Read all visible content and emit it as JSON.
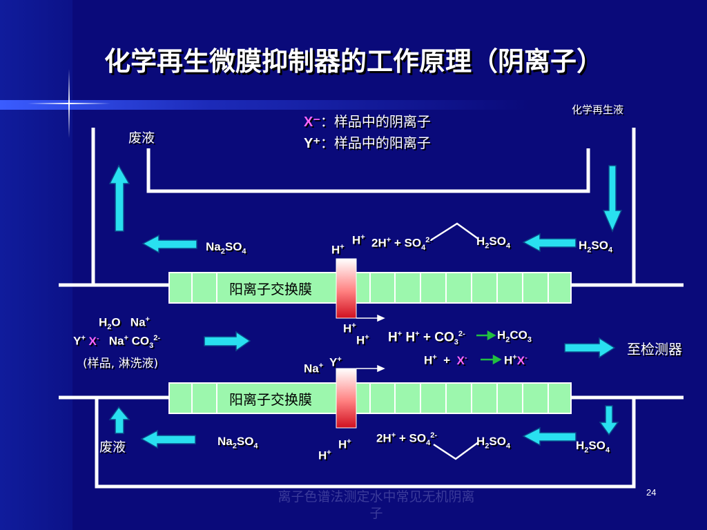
{
  "slide": {
    "title": "化学再生微膜抑制器的工作原理（阴离子）",
    "page_number": "24",
    "footer": "离子色谱法测定水中常见无机阴离子"
  },
  "legend": {
    "x_symbol": "X⁻",
    "x_desc": "：样品中的阴离子",
    "y_symbol": "Y⁺",
    "y_desc": "：样品中的阳离子"
  },
  "labels": {
    "waste_top": "废液",
    "regen_solution": "化学再生液",
    "waste_bottom": "废液",
    "to_detector": "至检测器",
    "membrane": "阳离子交换膜",
    "sample_eluent": "(样品, 淋洗液)"
  },
  "colors": {
    "background": "#0a0a7a",
    "membrane_fill": "#9cf7ad",
    "arrow_cyan": "#29e0f0",
    "plug_red": "#e8283a",
    "pink": "#ff66ff",
    "green_arrow": "#22c040"
  }
}
